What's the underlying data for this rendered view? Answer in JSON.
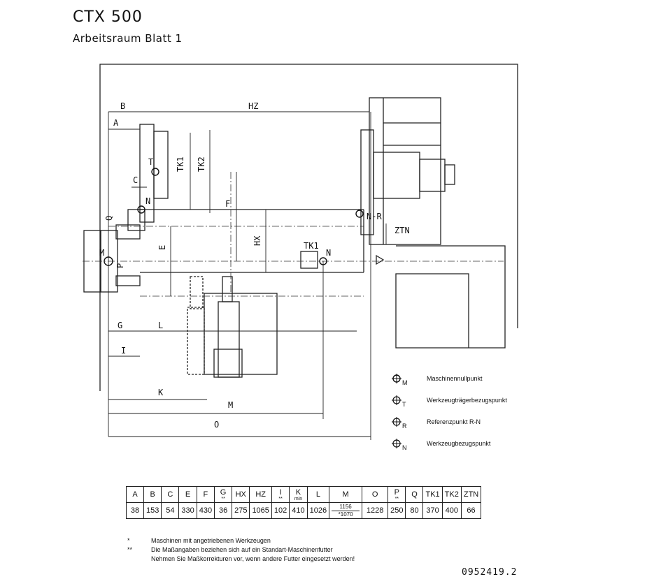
{
  "header": {
    "title": "CTX 500",
    "subtitle": "Arbeitsraum Blatt 1"
  },
  "drawing": {
    "labels": {
      "A": "A",
      "B": "B",
      "C": "C",
      "E": "E",
      "F": "F",
      "G": "G",
      "HX": "HX",
      "HZ": "HZ",
      "I": "I",
      "K": "K",
      "L": "L",
      "M": "M",
      "O": "O",
      "P": "P",
      "Q": "Q",
      "TK1": "TK1",
      "TK2": "TK2",
      "ZTN": "ZTN",
      "N_R": "N-R",
      "N": "N",
      "T": "T",
      "Mpt": "M"
    }
  },
  "legend": [
    {
      "sub": "M",
      "text": "Maschinennullpunkt"
    },
    {
      "sub": "T",
      "text": "Werkzeugträgerbezugspunkt"
    },
    {
      "sub": "R",
      "text": "Referenzpunkt  R-N"
    },
    {
      "sub": "N",
      "text": "Werkzeugbezugspunkt"
    }
  ],
  "table": {
    "headers": [
      {
        "label": "A"
      },
      {
        "label": "B"
      },
      {
        "label": "C"
      },
      {
        "label": "E"
      },
      {
        "label": "F"
      },
      {
        "label": "G",
        "sub": "**"
      },
      {
        "label": "HX"
      },
      {
        "label": "HZ"
      },
      {
        "label": "I",
        "sub": "**"
      },
      {
        "label": "K",
        "sub": "min"
      },
      {
        "label": "L"
      },
      {
        "label": "M"
      },
      {
        "label": "O"
      },
      {
        "label": "P",
        "sub": "**"
      },
      {
        "label": "Q"
      },
      {
        "label": "TK1"
      },
      {
        "label": "TK2"
      },
      {
        "label": "ZTN"
      }
    ],
    "values": [
      "38",
      "153",
      "54",
      "330",
      "430",
      "36",
      "275",
      "1065",
      "102",
      "410",
      "1026",
      "",
      "1228",
      "250",
      "80",
      "370",
      "400",
      "66"
    ],
    "m_top": "1156",
    "m_bottom": "*1070"
  },
  "notes": [
    {
      "mark": "*",
      "text": "Maschinen mit angetriebenen Werkzeugen"
    },
    {
      "mark": "**",
      "text": "Die Maßangaben beziehen sich auf ein Standart-Maschinenfutter"
    },
    {
      "mark": "",
      "text": "Nehmen Sie Maßkorrekturen vor, wenn andere Futter eingesetzt werden!"
    }
  ],
  "doc_number": "0952419.2"
}
